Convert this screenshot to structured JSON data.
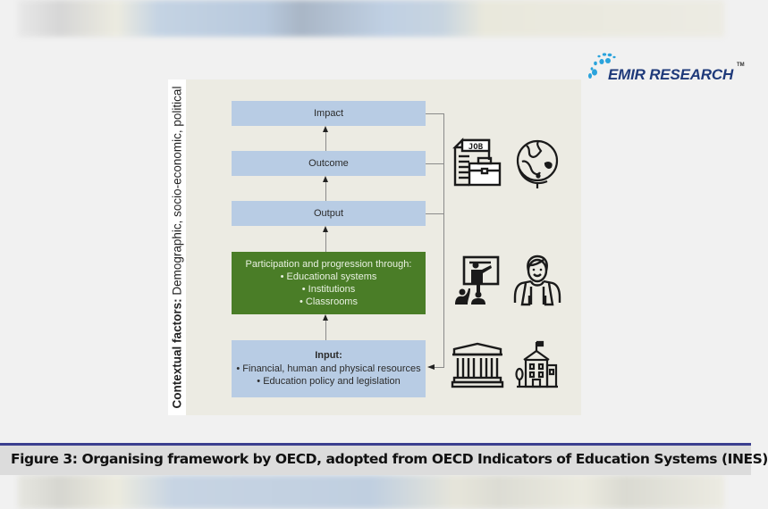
{
  "logo": {
    "text": "EMIR RESEARCH",
    "tm": "TM",
    "brand_color": "#1f3a7a",
    "dot_color": "#2aa3dc"
  },
  "figure": {
    "side_label": {
      "bold_part": "Contextual factors:",
      "regular_part": " Demographic, socio-economic, political"
    },
    "boxes": {
      "impact": {
        "label": "Impact"
      },
      "outcome": {
        "label": "Outcome"
      },
      "output": {
        "label": "Output"
      },
      "participation": {
        "title": "Participation and progression through:",
        "items": [
          "• Educational systems",
          "• Institutions",
          "• Classrooms"
        ]
      },
      "input": {
        "title": "Input:",
        "items": [
          "• Financial, human and physical resources",
          "• Education policy and legislation"
        ]
      }
    },
    "icons": [
      {
        "name": "job-briefcase-icon"
      },
      {
        "name": "globe-icon"
      },
      {
        "name": "teacher-classroom-icon"
      },
      {
        "name": "student-icon"
      },
      {
        "name": "institution-building-icon"
      },
      {
        "name": "school-building-icon"
      }
    ],
    "colors": {
      "box_blue": "#b8cce4",
      "box_green": "#4a7d27",
      "panel_bg": "#ecebe3"
    }
  },
  "caption": {
    "text": "Figure 3: Organising framework by OECD, adopted from OECD Indicators of Education Systems (INES)",
    "border_color": "#3b3f8f"
  }
}
